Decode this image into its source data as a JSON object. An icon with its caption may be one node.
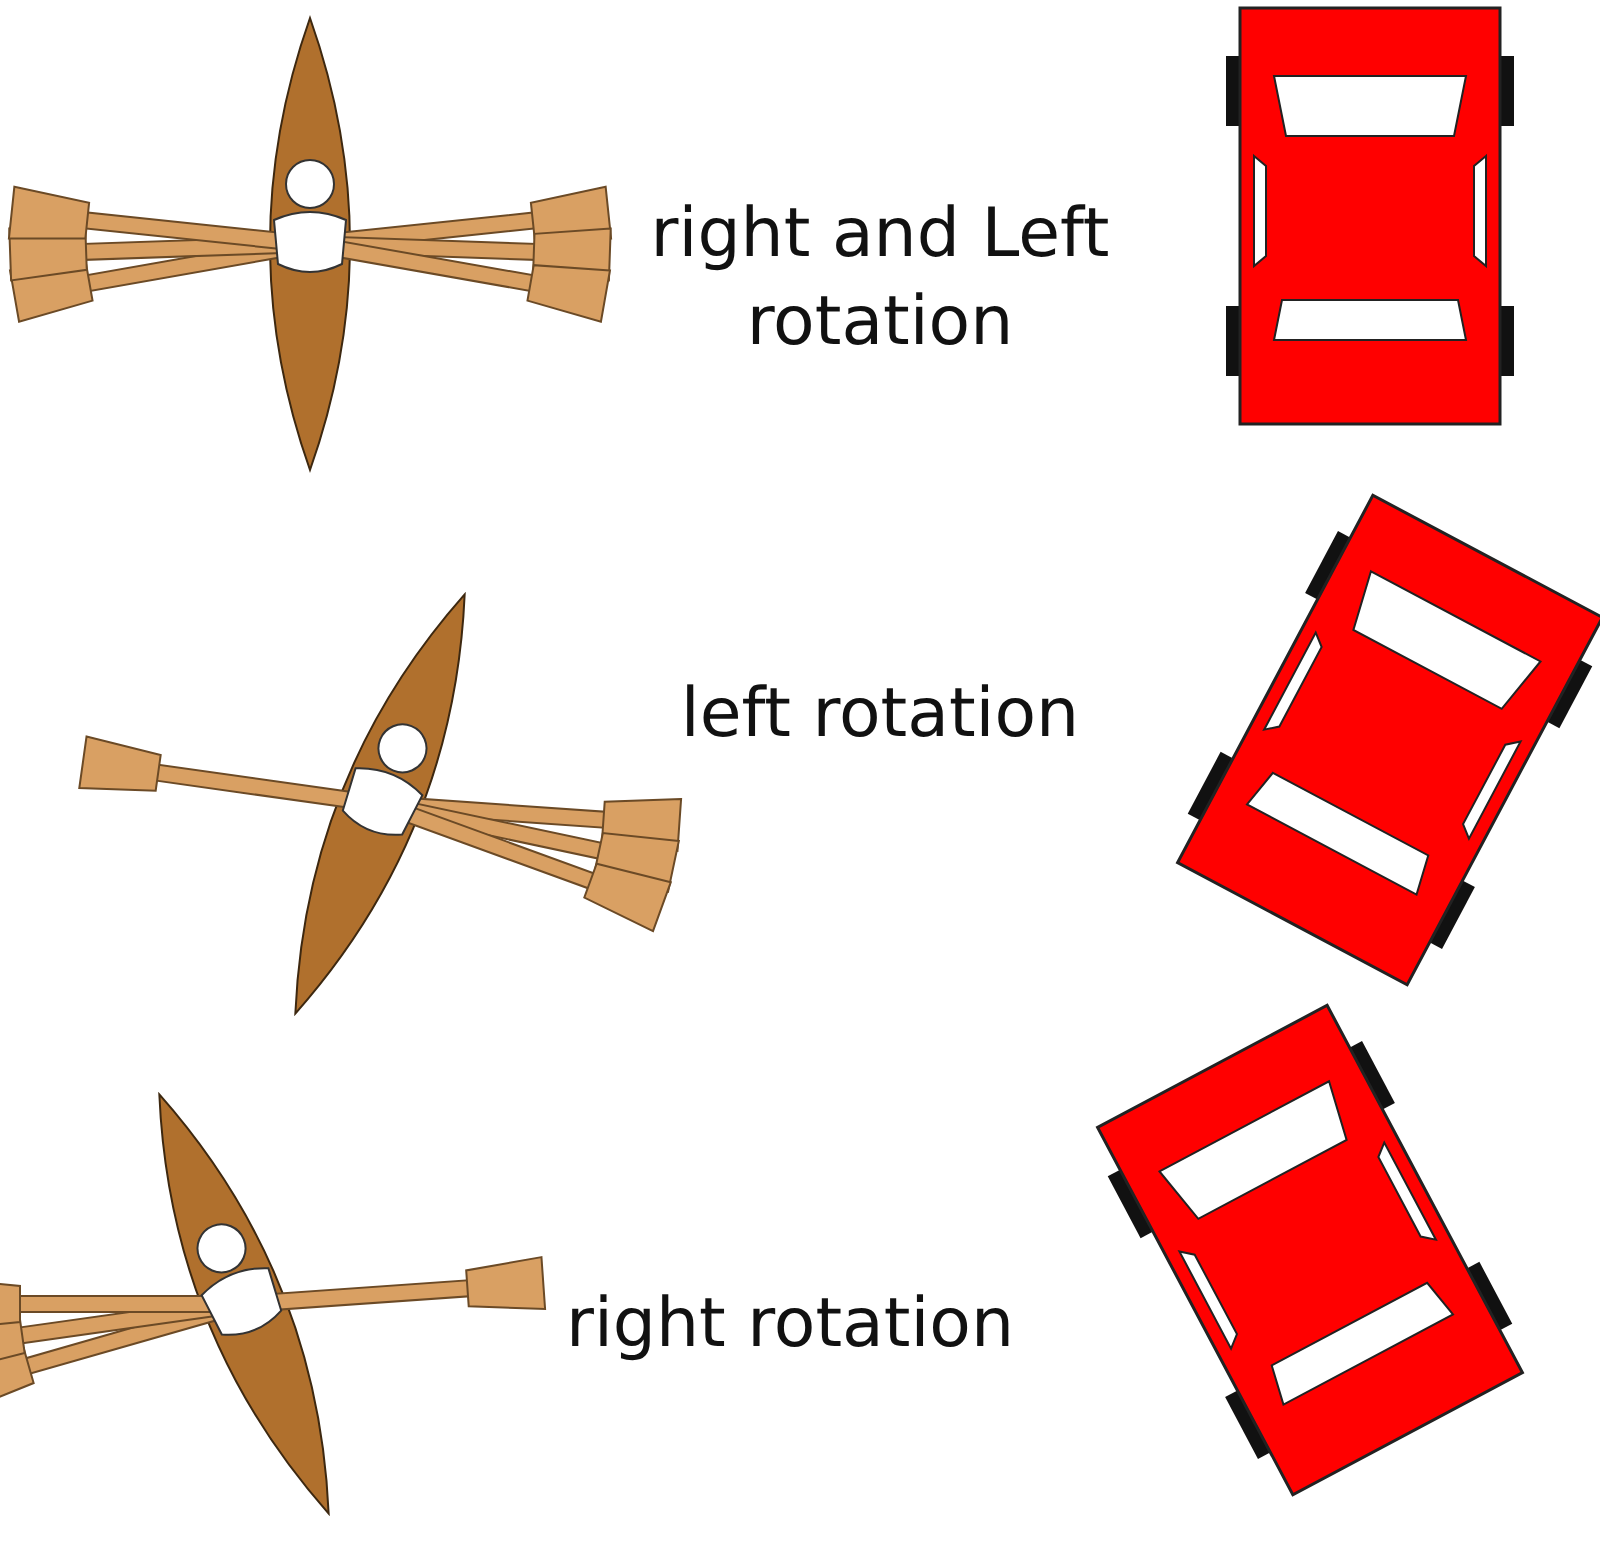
{
  "diagram": {
    "labels": [
      "right and Left rotation",
      "left rotation",
      "right rotation"
    ]
  }
}
